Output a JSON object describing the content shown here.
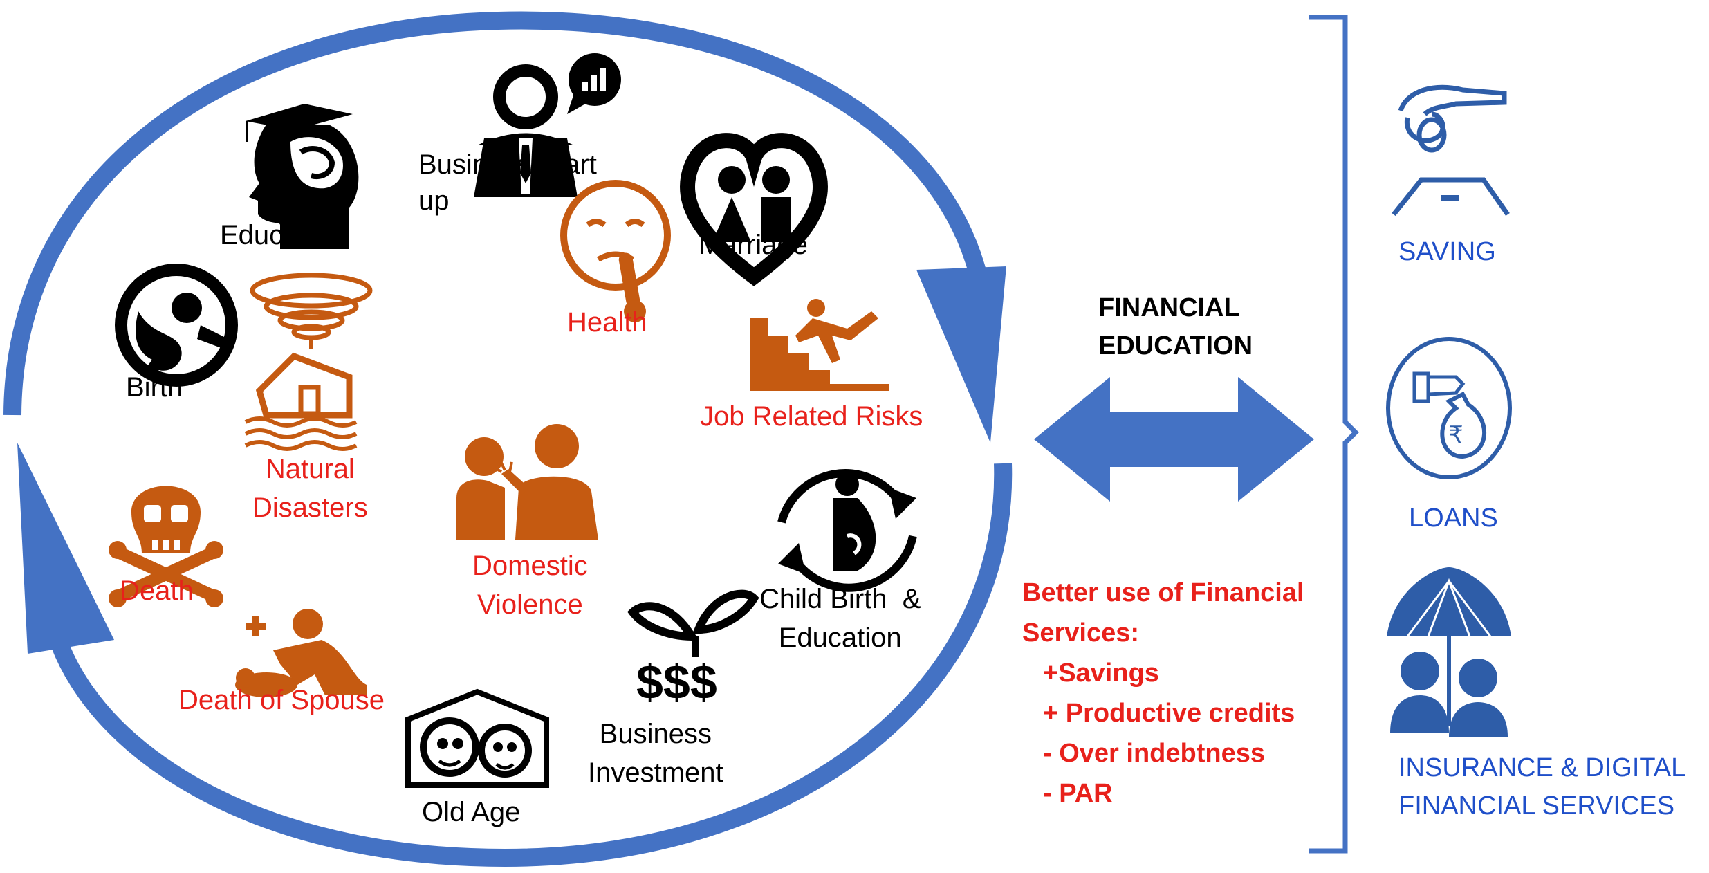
{
  "colors": {
    "cycle_arrow": "#4472c4",
    "icon_black": "#000000",
    "icon_orange": "#c55a11",
    "risk_text": "#e8211b",
    "service_blue": "#1f4fc9",
    "service_icon": "#2e5da8"
  },
  "life_events": {
    "business_start_up": "Business Start\nup",
    "education": "Education",
    "marriage": "Marriage",
    "health": "Health",
    "birth": "Birth",
    "job_related_risks": "Job Related Risks",
    "natural_disasters": "Natural\nDisasters",
    "domestic_violence": "Domestic\nViolence",
    "death": "Death",
    "child_birth_education": "Child Birth  &\nEducation",
    "death_of_spouse": "Death of Spouse",
    "business_investment": "Business\nInvestment",
    "old_age": "Old Age"
  },
  "center": {
    "title": "FINANCIAL\nEDUCATION",
    "outcome_heading": "Better use of Financial\nServices:",
    "outcomes": [
      "+Savings",
      "+ Productive credits",
      "- Over indebtness",
      "- PAR"
    ]
  },
  "services": {
    "saving": "SAVING",
    "loans": "LOANS",
    "insurance": "INSURANCE & DIGITAL\nFINANCIAL SERVICES"
  },
  "icons": {
    "business_start_up": "businessman-chat-icon",
    "education": "graduate-head-icon",
    "marriage": "couple-heart-icon",
    "health": "sick-face-thermometer-icon",
    "birth": "baby-birth-icon",
    "job_related_risks": "falling-stairs-icon",
    "natural_disasters": "tornado-flood-house-icon",
    "domestic_violence": "domestic-violence-icon",
    "death": "skull-crossbones-icon",
    "child_birth_education": "pregnancy-cycle-icon",
    "death_of_spouse": "mourning-icon",
    "business_investment": "money-plant-icon",
    "old_age": "elderly-couple-icon",
    "saving": "hand-coin-slot-icon",
    "loans": "hand-money-bag-rupee-icon",
    "insurance": "umbrella-family-icon"
  }
}
